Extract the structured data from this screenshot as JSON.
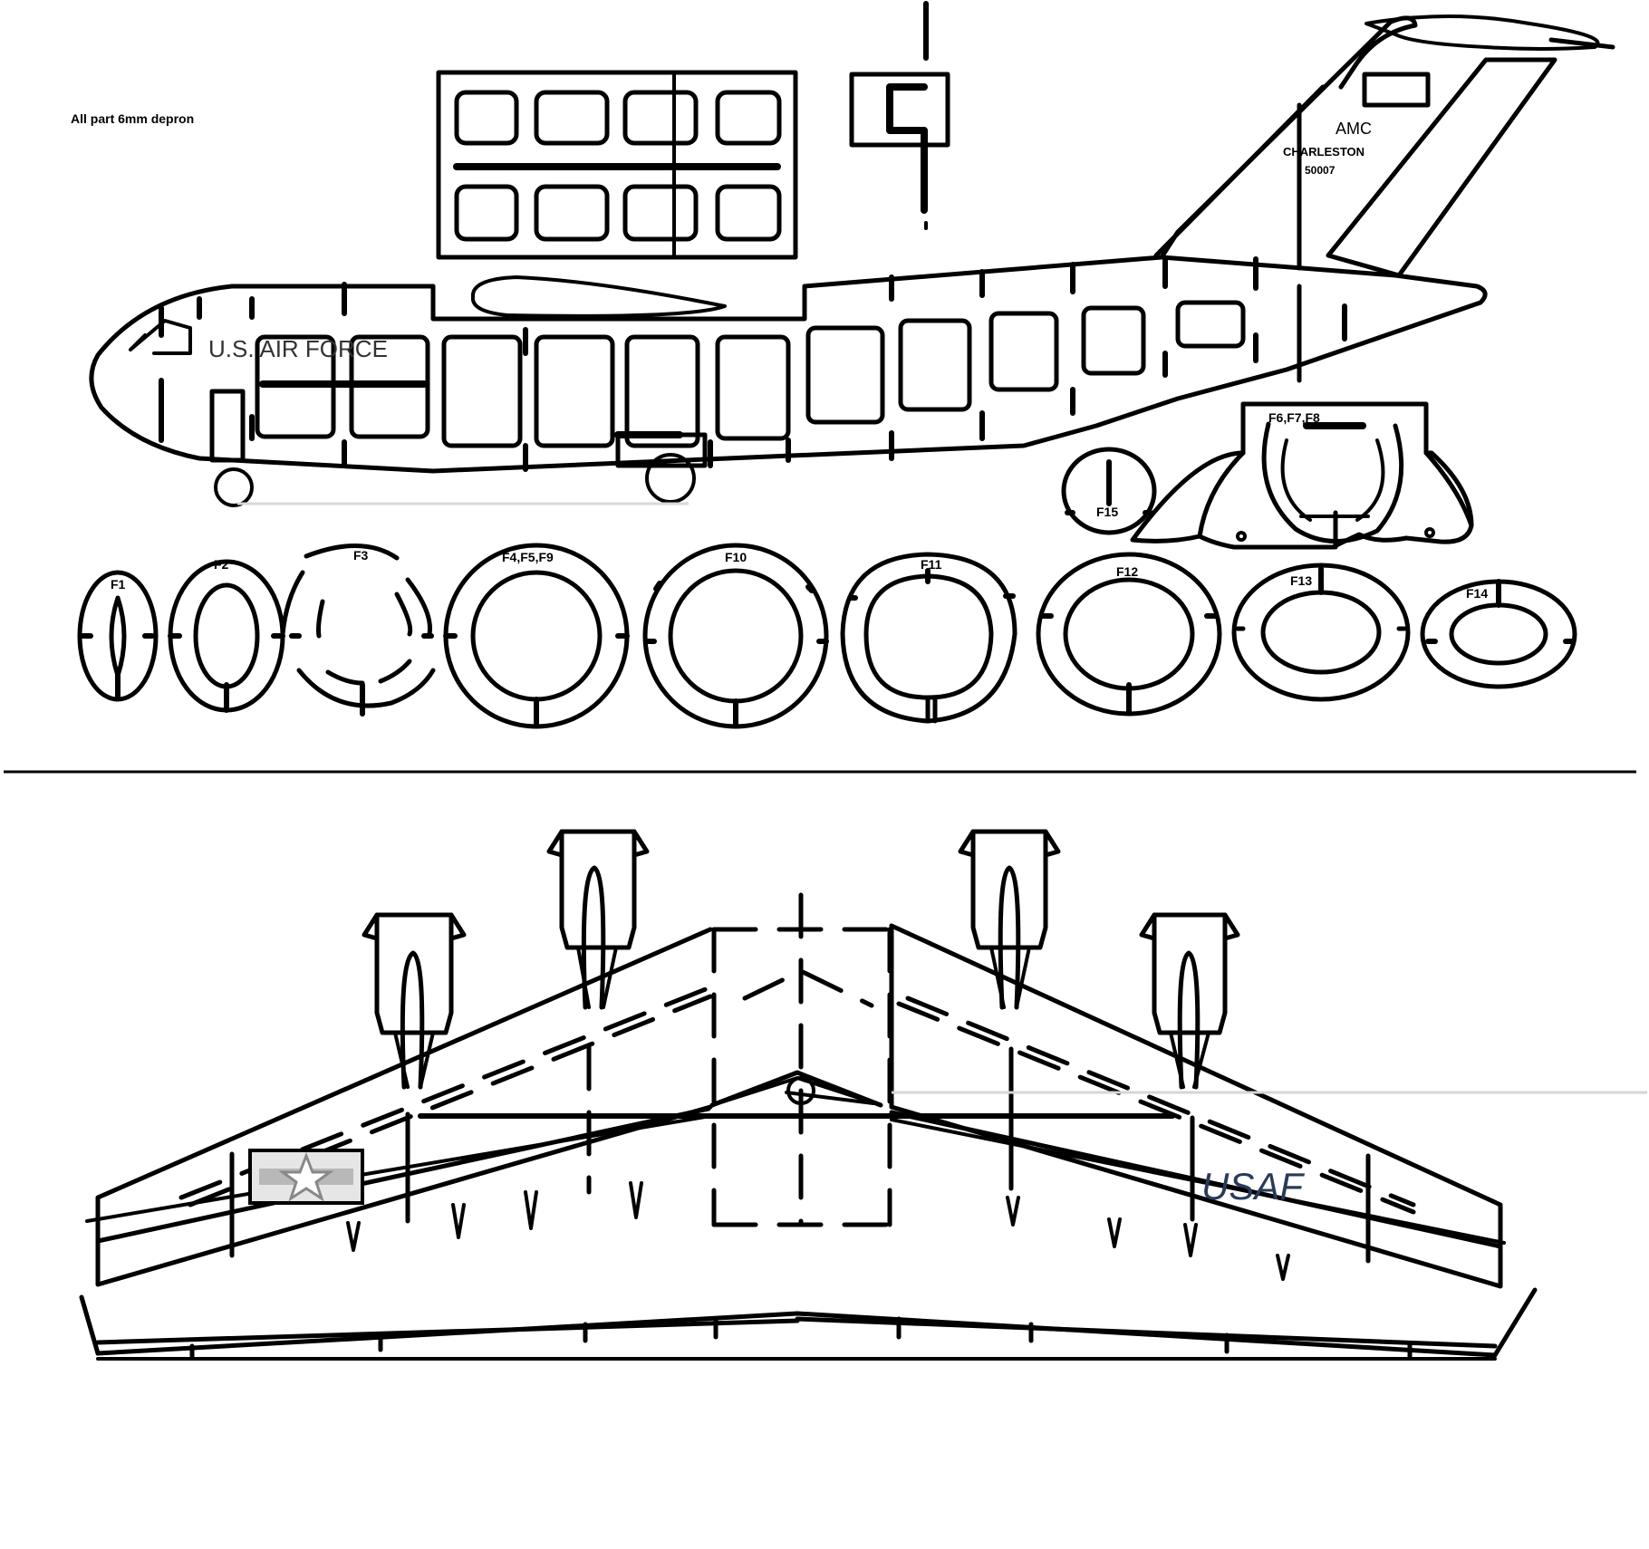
{
  "sheet": {
    "note": "All part 6mm depron",
    "fuselage_marking": "U.S. AIR FORCE",
    "tail_marking_line1": "AMC",
    "tail_marking_line2": "CHARLESTON",
    "tail_marking_line3": "50007",
    "wing_marking": "USAF",
    "colors": {
      "ink": "#000000",
      "paper": "#ffffff",
      "insignia": "#9a9a9a",
      "wing_text": "#2a3a5a"
    }
  },
  "formers": {
    "f1": "F1",
    "f2": "F2",
    "f3": "F3",
    "f4": "F4,F5,F9",
    "f10": "F10",
    "f11": "F11",
    "f12": "F12",
    "f13": "F13",
    "f14": "F14",
    "f15": "F15",
    "f6": "F6,F7,F8"
  }
}
